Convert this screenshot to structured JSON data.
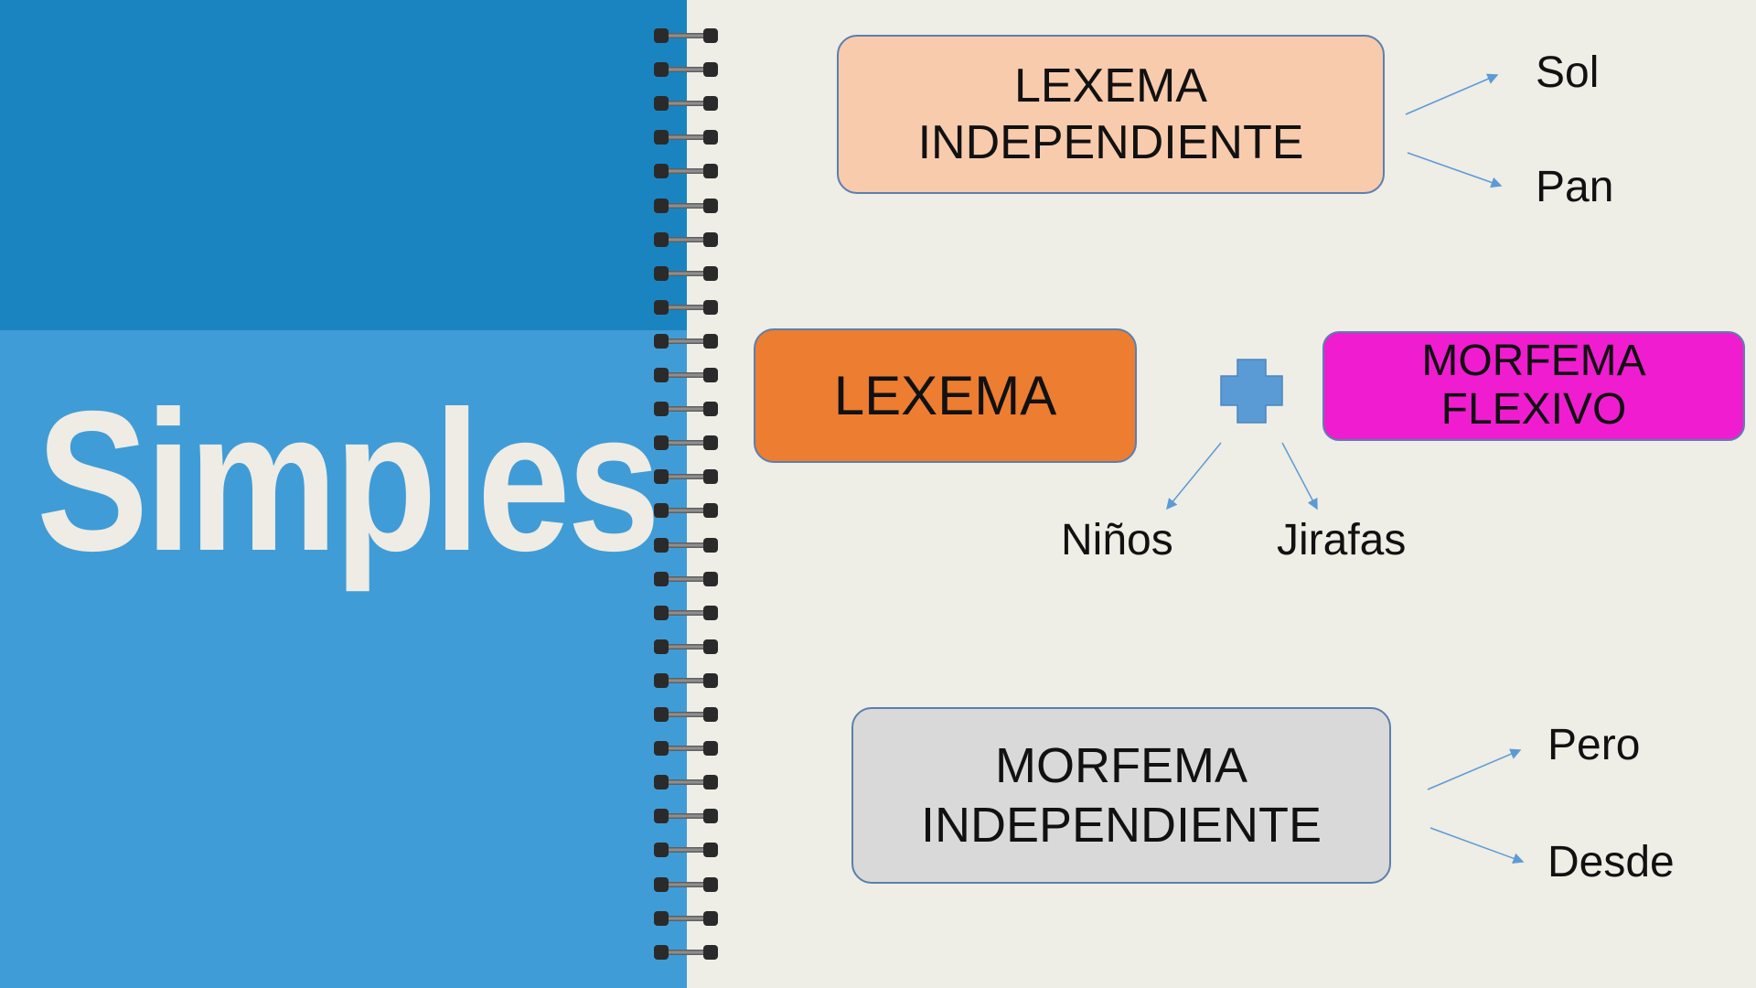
{
  "title": "Simples",
  "boxes": {
    "lexema_independiente": {
      "line1": "LEXEMA",
      "line2": "INDEPENDIENTE",
      "color": "#f8cbad"
    },
    "lexema": {
      "label": "LEXEMA",
      "color": "#ed7d31"
    },
    "morfema_flexivo": {
      "line1": "MORFEMA",
      "line2": "FLEXIVO",
      "color": "#f01dd0"
    },
    "morfema_independiente": {
      "line1": "MORFEMA",
      "line2": "INDEPENDIENTE",
      "color": "#d9d9d9"
    }
  },
  "examples": {
    "lexema_independiente": [
      "Sol",
      "Pan"
    ],
    "flexivo": [
      "Niños",
      "Jirafas"
    ],
    "morfema_independiente": [
      "Pero",
      "Desde"
    ]
  },
  "icons": {
    "plus": "plus-icon"
  }
}
